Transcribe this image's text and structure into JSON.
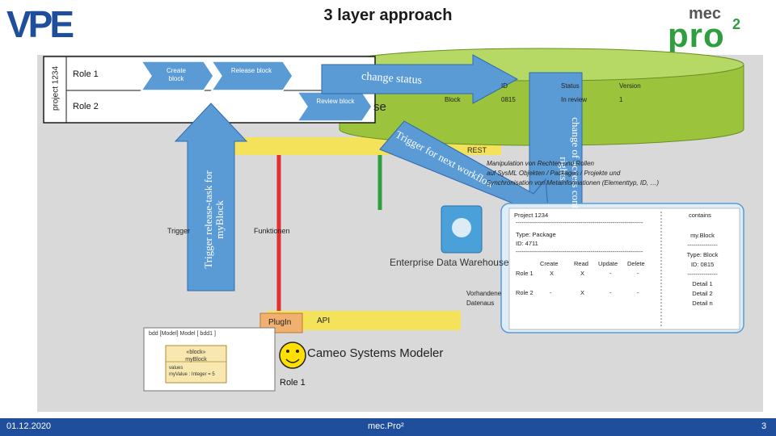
{
  "header": {
    "vpe_logo": "VPE",
    "title": "3 layer approach",
    "mec_logo_top": "mec",
    "mec_logo_main": "pro",
    "mec_logo_sup": "2"
  },
  "diagram": {
    "project_label": "project 1234",
    "role1": "Role 1",
    "role2": "Role 2",
    "create_block": "Create block",
    "release_block": "Release block",
    "review_block": "Review block",
    "database_fragment": "se",
    "arrow_change_status": "change status",
    "arrow_access_line1": "change of access control",
    "arrow_access_line2": "rights",
    "arrow_trigger_workflow": "Trigger for next workflow",
    "arrow_trigger_release_line1": "Trigger release-task for",
    "arrow_trigger_release_line2": "myBlock",
    "db_columns": [
      "ID",
      "Status",
      "Version"
    ],
    "db_row_prefix": "Block",
    "db_row": [
      "0815",
      "In review",
      "1"
    ],
    "rest_label": "REST",
    "manipulation_note": [
      "Manipulation von Rechten und Rollen",
      "auf SysML Objekten / Packages / Projekte und",
      "Synchronisation von Metainformationen (Elementtyp, ID, …)"
    ],
    "trigger_note": "Trigger",
    "functions_note": "Funktionen",
    "enterprise_label": "Enterprise Data Warehouse",
    "existing_note": [
      "Vorhandene",
      "Datenaus"
    ],
    "details": {
      "project": "Project 1234",
      "contains": "contains",
      "dashes": "---------------------------------------------------------------",
      "type_pack": "Type: Package",
      "id_pack": "ID:  4711",
      "perm_columns": [
        "Create",
        "Read",
        "Update",
        "Delete"
      ],
      "perm_rows": [
        {
          "role": "Role 1",
          "create": "X",
          "read": "X",
          "update": "-",
          "delete": "-"
        },
        {
          "role": "Role 2",
          "create": "-",
          "read": "X",
          "update": "-",
          "delete": "-"
        }
      ],
      "block": {
        "name": "my.Block",
        "dashes": "---------------",
        "type": "Type: Block",
        "id": "ID:  0815",
        "detail1": "Detail 1",
        "detail2": "Detail 2",
        "detailn": "Detail n"
      }
    },
    "plugin_label": "PlugIn",
    "api_label": "API",
    "modeler_label": "Cameo Systems Modeler",
    "modeler_role": "Role 1",
    "bdd": {
      "header": "bdd [Model] Model [ bdd1 ]",
      "stereotype": "«block»",
      "block_name": "myBlock",
      "values_label": "values",
      "value": "myValue : Integer = 5"
    }
  },
  "footer": {
    "date": "01.12.2020",
    "center": "mec.Pro²",
    "page": "3"
  }
}
